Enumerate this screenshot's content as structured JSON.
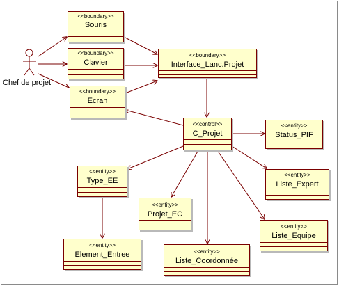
{
  "actor": {
    "name": "Chef de projet"
  },
  "classes": {
    "souris": {
      "stereotype": "<<boundary>>",
      "name": "Souris"
    },
    "clavier": {
      "stereotype": "<<boundary>>",
      "name": "Clavier"
    },
    "ecran": {
      "stereotype": "<<boundary>>",
      "name": "Ecran"
    },
    "interface": {
      "stereotype": "<<boundary>>",
      "name": "Interface_Lanc.Projet"
    },
    "c_projet": {
      "stereotype": "<<control>>",
      "name": "C_Projet"
    },
    "status_pif": {
      "stereotype": "<<entity>>",
      "name": "Status_PIF"
    },
    "type_ee": {
      "stereotype": "<<entity>>",
      "name": "Type_EE"
    },
    "liste_expert": {
      "stereotype": "<<entity>>",
      "name": "Liste_Expert"
    },
    "projet_ec": {
      "stereotype": "<<entity>>",
      "name": "Projet_EC"
    },
    "liste_equipe": {
      "stereotype": "<<entity>>",
      "name": "Liste_Equipe"
    },
    "element_entree": {
      "stereotype": "<<entity>>",
      "name": "Element_Entree"
    },
    "liste_coordonnee": {
      "stereotype": "<<entity>>",
      "name": "Liste_Coordonnée"
    }
  },
  "colors": {
    "box_fill": "#ffffcc",
    "box_border": "#7a0000",
    "line": "#7a0000"
  }
}
